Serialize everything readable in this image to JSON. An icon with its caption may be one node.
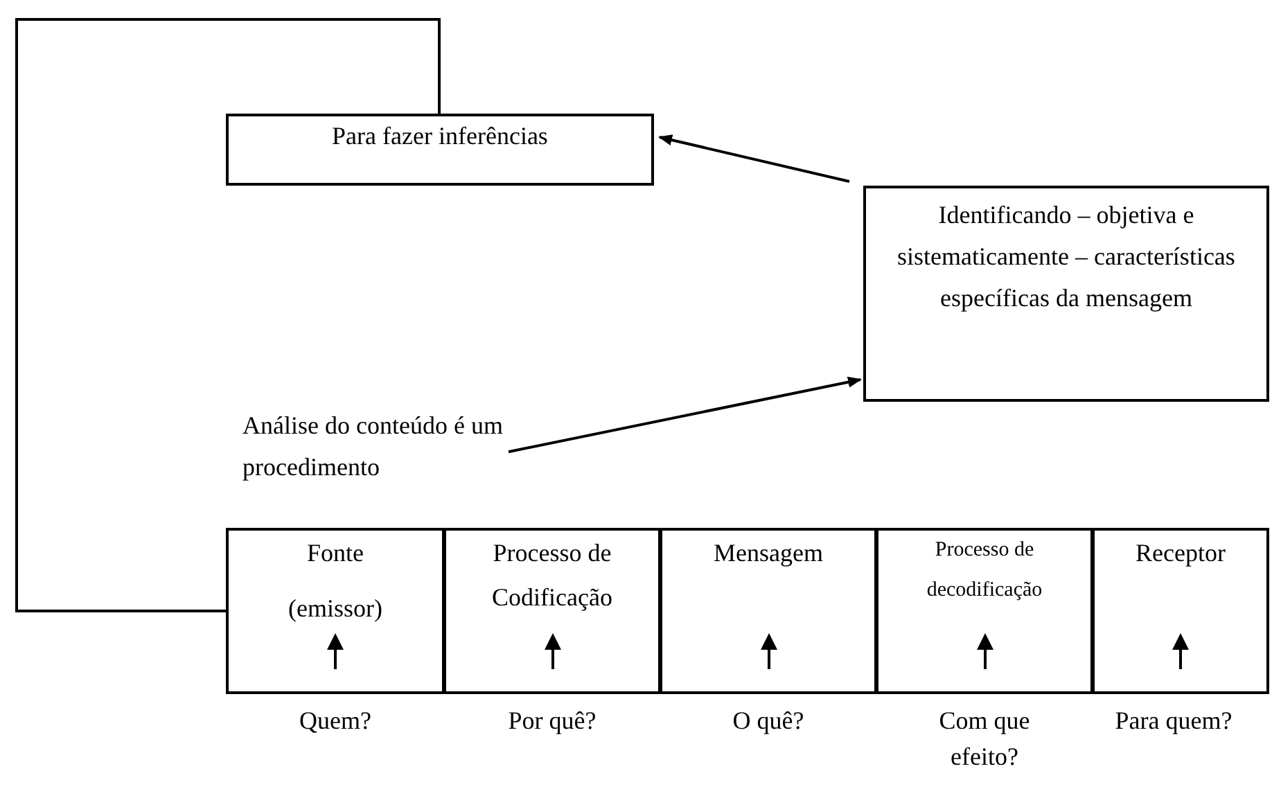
{
  "diagram": {
    "nodes": [
      {
        "text": [
          "Para fazer inferências"
        ]
      },
      {
        "text": [
          "Identificando – objetiva e sistematicamente – características específicas da mensagem"
        ]
      },
      {
        "text": [
          "Análise do conteúdo é um procedimento"
        ]
      },
      {
        "text": [
          "Fonte",
          "(emissor)"
        ],
        "beside": [
          "Quem?"
        ]
      },
      {
        "text": [
          "Processo de Codificação"
        ],
        "beside": [
          "Por quê?"
        ]
      },
      {
        "text": [
          "Mensagem"
        ],
        "beside": [
          "O quê?"
        ]
      },
      {
        "text": [
          "Processo de decodificação"
        ],
        "beside": [
          "Com que efeito?"
        ]
      },
      {
        "text": [
          "Receptor"
        ],
        "beside": [
          "Para quem?"
        ]
      }
    ],
    "edges": [
      {
        "from": 1,
        "to": 0,
        "arrow": "to"
      },
      {
        "from": 2,
        "to": 1,
        "arrow": "to"
      },
      {
        "from": 3,
        "to": 0,
        "arrow": "none"
      }
    ]
  }
}
